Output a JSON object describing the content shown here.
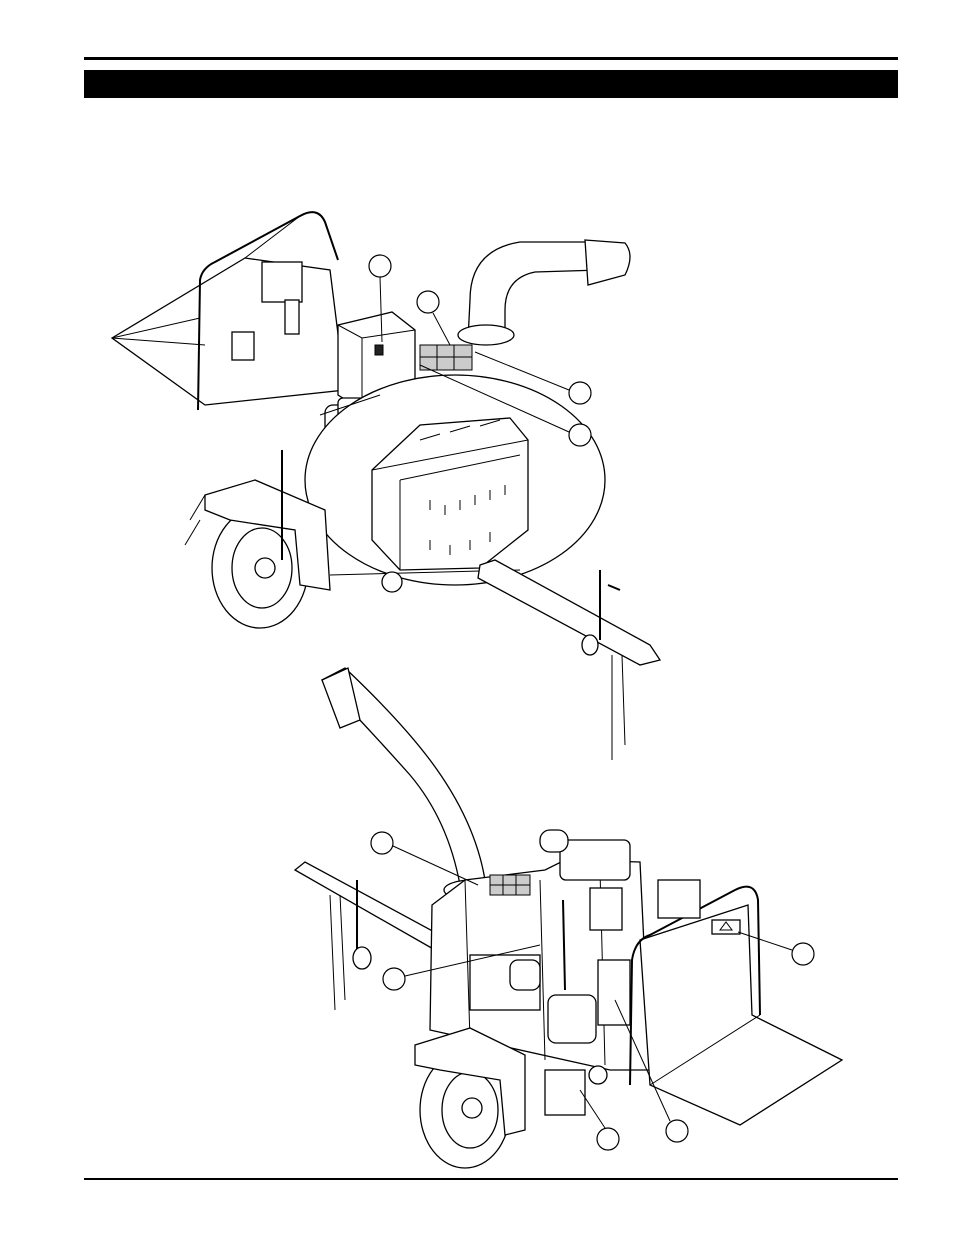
{
  "header": {
    "title": ""
  },
  "figures": [
    {
      "name": "chipper-front-view",
      "callouts": 4
    },
    {
      "name": "chipper-rear-view",
      "callouts": 5
    }
  ]
}
